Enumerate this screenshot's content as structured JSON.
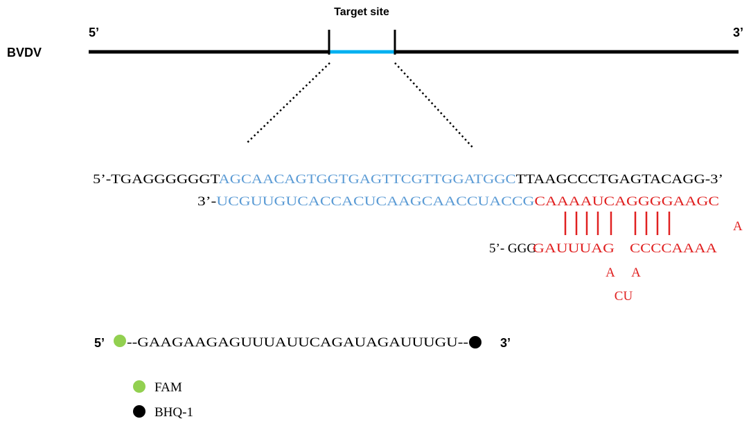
{
  "genome": {
    "label": "BVDV",
    "five_prime": "5’",
    "three_prime": "3’",
    "target_label": "Target site"
  },
  "sequences": {
    "top_strand": {
      "prefix": "5’-TGAGGGGGGT",
      "target": "AGCAACAGTGGTGAGTTCGTTGGATGGC",
      "suffix": "TTAAGCCCTGAGTACAGG-3’"
    },
    "guide_strand": {
      "prefix": "3’-",
      "spacer": "UCGUUGUCACCACUCAAGCAACCUACCG",
      "repeat": "CAAAAUCAGGGGAAGC"
    },
    "loop_base": "A",
    "stem_strand": {
      "prefix": "5’- GGG",
      "left_stem": "GAUUUAG",
      "right_stem": "CCCCAAAA"
    },
    "bulge_left": "A",
    "bulge_right": "A",
    "bulge_bottom": "CU"
  },
  "reporter": {
    "five_prime": "5’",
    "sequence": "--GAAGAAGAGUUUAUUCAGAUAGAUUUGU--",
    "three_prime": "3’"
  },
  "legend": [
    {
      "label": "FAM",
      "color": "#92d050"
    },
    {
      "label": "BHQ-1",
      "color": "#000000"
    }
  ],
  "colors": {
    "target_blue": "#00b0f0",
    "spacer_blue": "#5b9bd5",
    "repeat_red": "#e02020",
    "fam_green": "#92d050",
    "bhq_black": "#000000"
  }
}
